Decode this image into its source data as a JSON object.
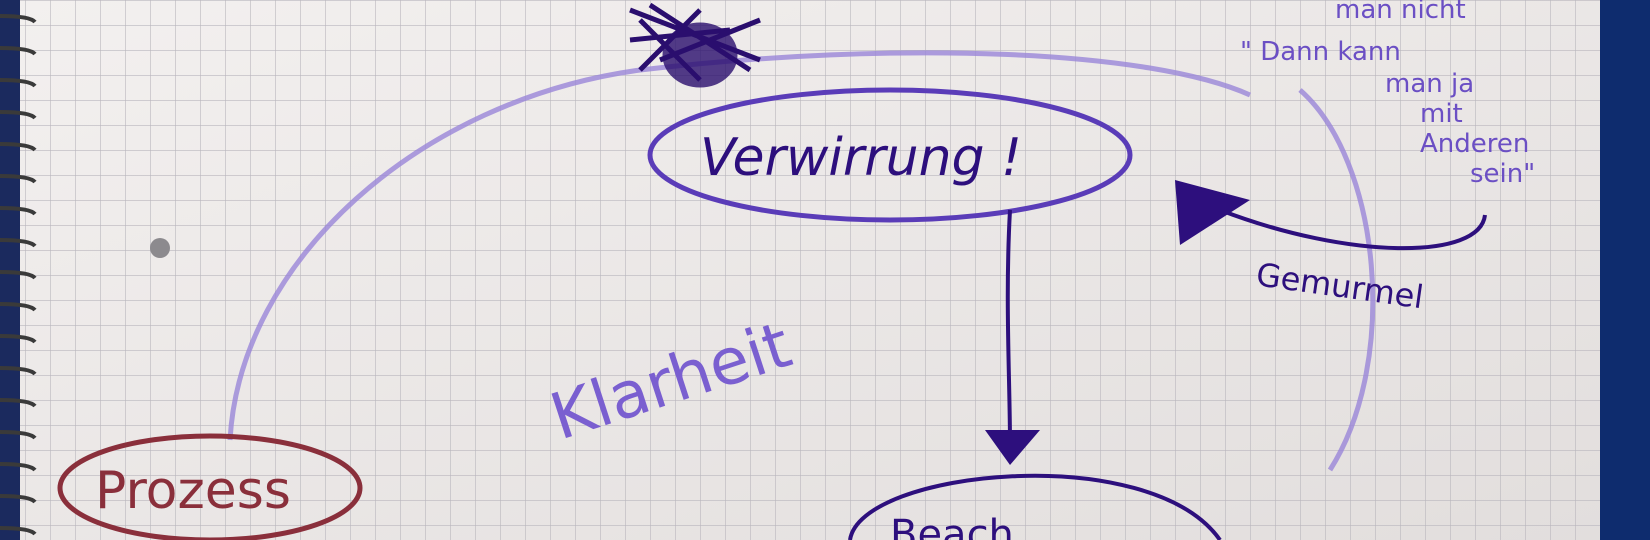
{
  "photo": {
    "subject": "handwritten mind map on grid notebook paper",
    "notes": {
      "confusion": "Verwirrung !",
      "clarity": "Klarheit",
      "process": "Prozess",
      "murmur": "Gemurmel",
      "corner_line_1": "man nicht",
      "corner_line_2": "\" Dann kann",
      "corner_line_3": "man ja",
      "corner_line_4": "mit",
      "corner_line_5": "Anderen",
      "corner_line_6": "sein\"",
      "bottom_partial": "Beach..."
    }
  },
  "colors": {
    "paper": "#ece8e6",
    "grid": "#b9b6bd",
    "ink_dark": "#3b1a8c",
    "ink_light": "#9a86d8",
    "ink_red": "#8a2f3b",
    "cover": "#0e2c6e"
  }
}
